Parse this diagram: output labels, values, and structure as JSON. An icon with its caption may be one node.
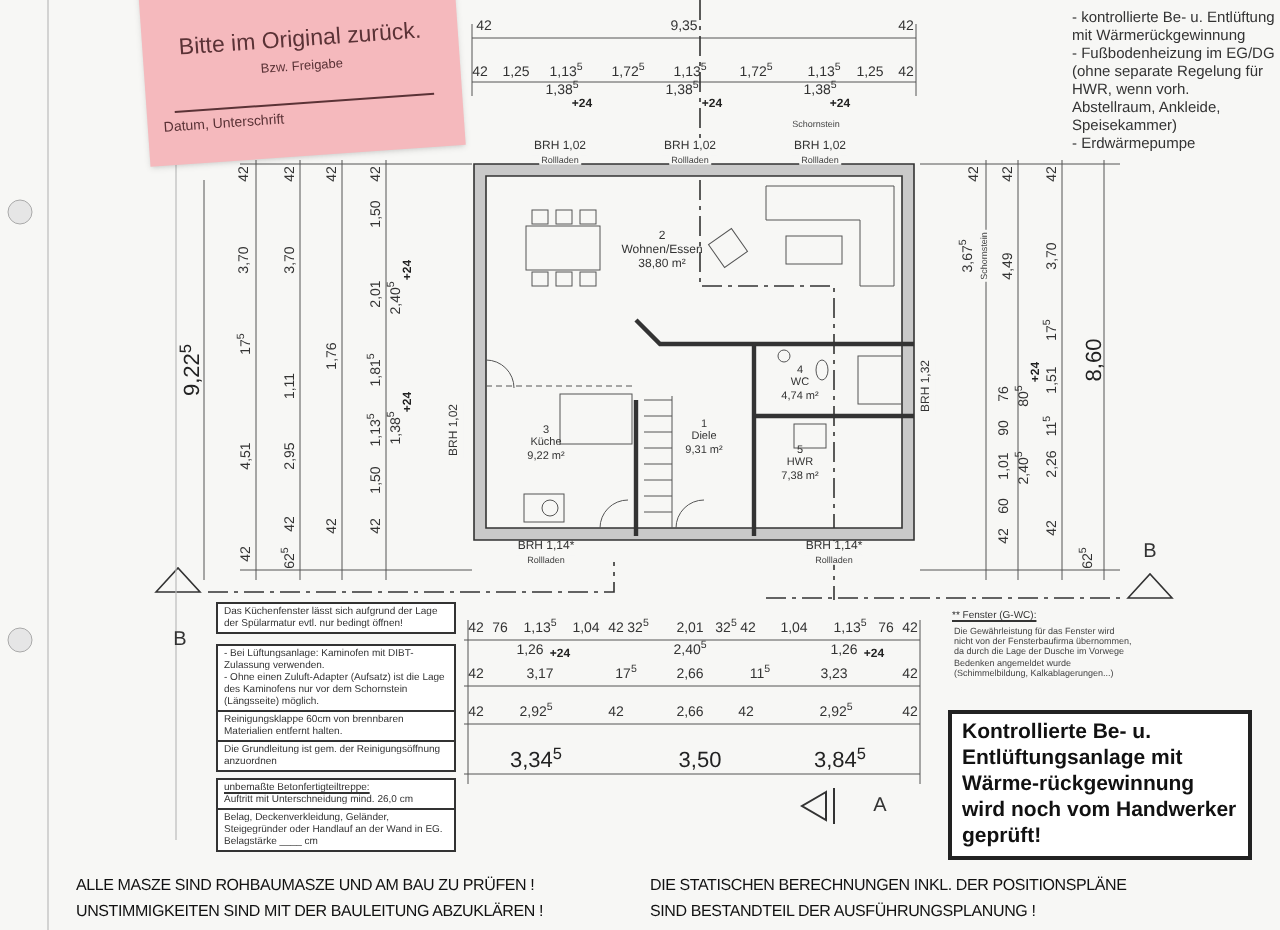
{
  "diagram": {
    "nodes": [
      {
        "text": [
          "Bitte im Original zurück.",
          "Bzw. Freigabe",
          "Datum, Unterschrift"
        ]
      },
      {
        "text": [
          "2",
          "Wohnen/Essen",
          "38,80 m²"
        ]
      },
      {
        "text": [
          "3",
          "Küche",
          "9,22 m²"
        ]
      },
      {
        "text": [
          "1",
          "Diele",
          "9,31 m²"
        ]
      },
      {
        "text": [
          "4",
          "WC",
          "4,74 m²"
        ]
      },
      {
        "text": [
          "5",
          "HWR",
          "7,38 m²"
        ]
      },
      {
        "text": [
          "Das Küchenfenster lässt sich aufgrund der Lage der Spülarmatur evtl. nur bedingt öffnen!"
        ]
      },
      {
        "text": [
          "- Bei Lüftungsanlage: Kaminofen mit DIBT-Zulassung verwenden.",
          "- Ohne einen Zuluft-Adapter (Aufsatz) ist die Lage des Kaminofens nur vor dem Schornstein (Längsseite) möglich."
        ]
      },
      {
        "text": [
          "Reinigungsklappe 60cm von brennbaren Materialien entfernt halten."
        ]
      },
      {
        "text": [
          "Die Grundleitung ist gem. der Reinigungsöffnung anzuordnen"
        ]
      },
      {
        "text": [
          "unbemaßte Betonfertigteiltreppe:",
          "Auftritt mit Unterschneidung mind. 26,0 cm"
        ]
      },
      {
        "text": [
          "Belag, Deckenverkleidung, Geländer, Steigegründer oder Handlauf an der Wand in EG.",
          "Belagstärke ____ cm"
        ]
      },
      {
        "text": [
          "Kontrollierte Be- u. Entlüftungsanlage mit Wärme-rückgewinnung wird noch vom Handwerker geprüft!"
        ]
      }
    ],
    "labels": [
      "42",
      "9,35",
      "42",
      "42",
      "1,25",
      "1,13$^{5}$",
      "1,72$^{5}$",
      "1,13$^{5}$",
      "1,72$^{5}$",
      "1,13$^{5}$",
      "1,25",
      "42",
      "1,38$^{5}$",
      "+24",
      "1,38$^{5}$",
      "+24",
      "1,38$^{5}$",
      "+24",
      "Schornstein",
      "- kontrollierte Be- u. Entlüftung mit Wärmerückgewinnung",
      "- Fußbodenheizung im EG/DG (ohne separate Regelung für HWR, wenn vorh. Abstellraum, Ankleide, Speisekammer)",
      "- Erdwärmepumpe",
      "42",
      "3,70",
      "42",
      "3,70",
      "42",
      "42",
      "1,50",
      "2,01",
      "2,40$^{5}$",
      "+24",
      "9,22$^{5}$",
      "17$^{5}$",
      "4,51",
      "42",
      "1,11",
      "2,95",
      "42",
      "62$^{5}$",
      "1,76",
      "42",
      "1,81$^{5}$",
      "1,13$^{5}$",
      "1,38$^{5}$",
      "+24",
      "1,50",
      "42",
      "42",
      "3,67$^{5}$",
      "Schornstein",
      "42",
      "4,49",
      "42",
      "3,70",
      "8,60",
      "76",
      "90",
      "1,01",
      "60",
      "42",
      "80$^{5}$",
      "+24",
      "2,40$^{5}$",
      "17$^{5}$",
      "1,51",
      "11$^{5}$",
      "2,26",
      "42",
      "62$^{5}$",
      "B",
      "B",
      "A",
      "BRH 1,02",
      "Rollladen",
      "BRH 1,02",
      "Rollladen",
      "BRH 1,02",
      "Rollladen",
      "BRH 1,02",
      "BRH 1,14*",
      "Rollladen",
      "BRH 1,14*",
      "Rollladen",
      "BRH 1,32",
      "42",
      "76",
      "1,13$^{5}$",
      "1,04",
      "42",
      "32$^{5}$",
      "2,01",
      "32$^{5}$",
      "42",
      "1,04",
      "1,13$^{5}$",
      "76",
      "42",
      "1,26",
      "+24",
      "2,40$^{5}$",
      "1,26",
      "+24",
      "42",
      "3,17",
      "17$^{5}$",
      "2,66",
      "11$^{5}$",
      "3,23",
      "42",
      "42",
      "2,92$^{5}$",
      "42",
      "2,66",
      "42",
      "2,92$^{5}$",
      "42",
      "3,34$^{5}$",
      "3,50",
      "3,84$^{5}$",
      "** Fenster (G-WC):",
      "Die Gewährleistung für das Fenster wird nicht von der Fensterbaufirma übernommen, da durch die Lage der Dusche im Vorwege Bedenken angemeldet wurde (Schimmelbildung, Kalkablagerungen...)",
      "ALLE MASZE SIND ROHBAUMASZE UND AM BAU ZU PRÜFEN !",
      "UNSTIMMIGKEITEN SIND MIT DER BAULEITUNG ABZUKLÄREN !",
      "DIE STATISCHEN BERECHNUNGEN INKL. DER POSITIONSPLÄNE",
      "SIND BESTANDTEIL DER AUSFÜHRUNGSPLANUNG !"
    ]
  }
}
